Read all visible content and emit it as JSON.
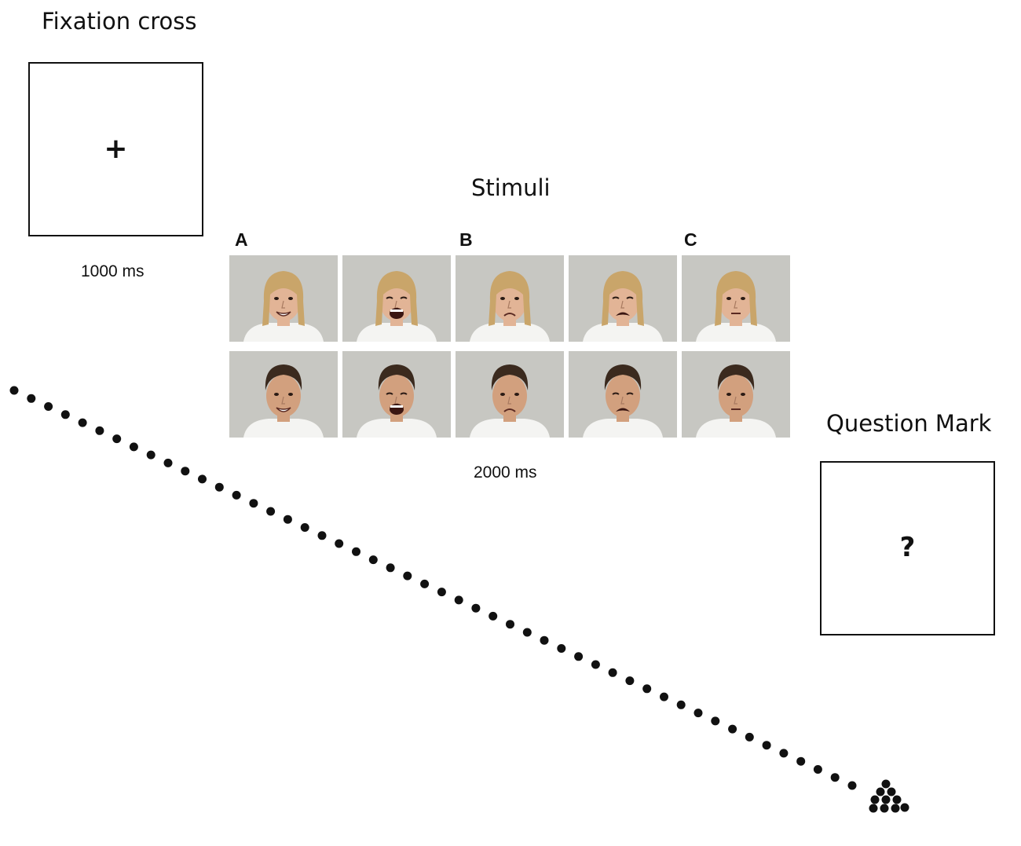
{
  "fixation": {
    "title": "Fixation cross",
    "symbol": "+",
    "duration": "1000 ms"
  },
  "stimuli": {
    "title": "Stimuli",
    "duration": "2000 ms",
    "panels": [
      "A",
      "B",
      "C"
    ],
    "rows": [
      {
        "person": "female-actor",
        "expressions": [
          "smiling",
          "laughing",
          "sad",
          "crying",
          "neutral"
        ]
      },
      {
        "person": "male-actor",
        "expressions": [
          "smiling",
          "laughing",
          "sad",
          "crying",
          "neutral"
        ]
      }
    ]
  },
  "question": {
    "title": "Question Mark",
    "symbol": "?"
  },
  "colors": {
    "ink": "#111111",
    "photo_bg": "#c7c7c2",
    "shirt": "#f4f4f2"
  }
}
